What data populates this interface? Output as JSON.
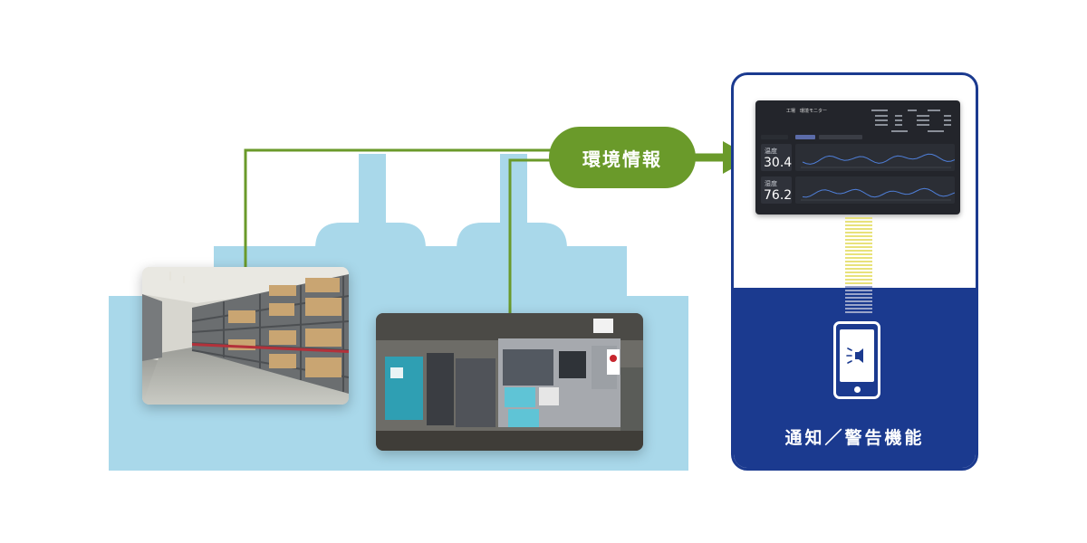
{
  "flow": {
    "label": "環境情報"
  },
  "monitor": {
    "title": "工場　環境モニター",
    "readings": [
      {
        "label": "温度",
        "value": "30.4"
      },
      {
        "label": "湿度",
        "value": "76.2"
      }
    ]
  },
  "notification": {
    "label": "通知／警告機能"
  },
  "colors": {
    "factory": "#a9d8ea",
    "flow_green": "#6a9a2a",
    "panel_blue": "#1b3a8f",
    "beam_yellow": "#e8e27a",
    "dashboard_bg": "#23252b"
  },
  "icons": {
    "phone": "smartphone-icon",
    "alert": "speaker-alert-icon",
    "arrow": "arrow-right-icon"
  }
}
